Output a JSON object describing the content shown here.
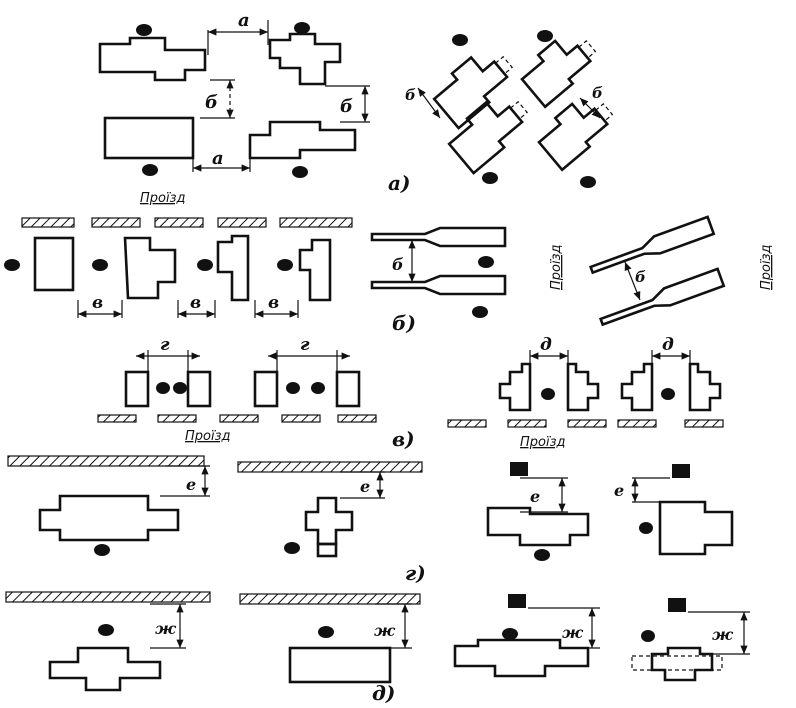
{
  "labels": {
    "dim_a": "а",
    "dim_b": "б",
    "dim_v": "в",
    "dim_g": "г",
    "dim_d": "д",
    "dim_e": "е",
    "dim_zh": "ж",
    "road": "Проїзд"
  },
  "panels": {
    "a": "а)",
    "b": "б)",
    "v": "в)",
    "g": "г)",
    "d": "д)"
  }
}
